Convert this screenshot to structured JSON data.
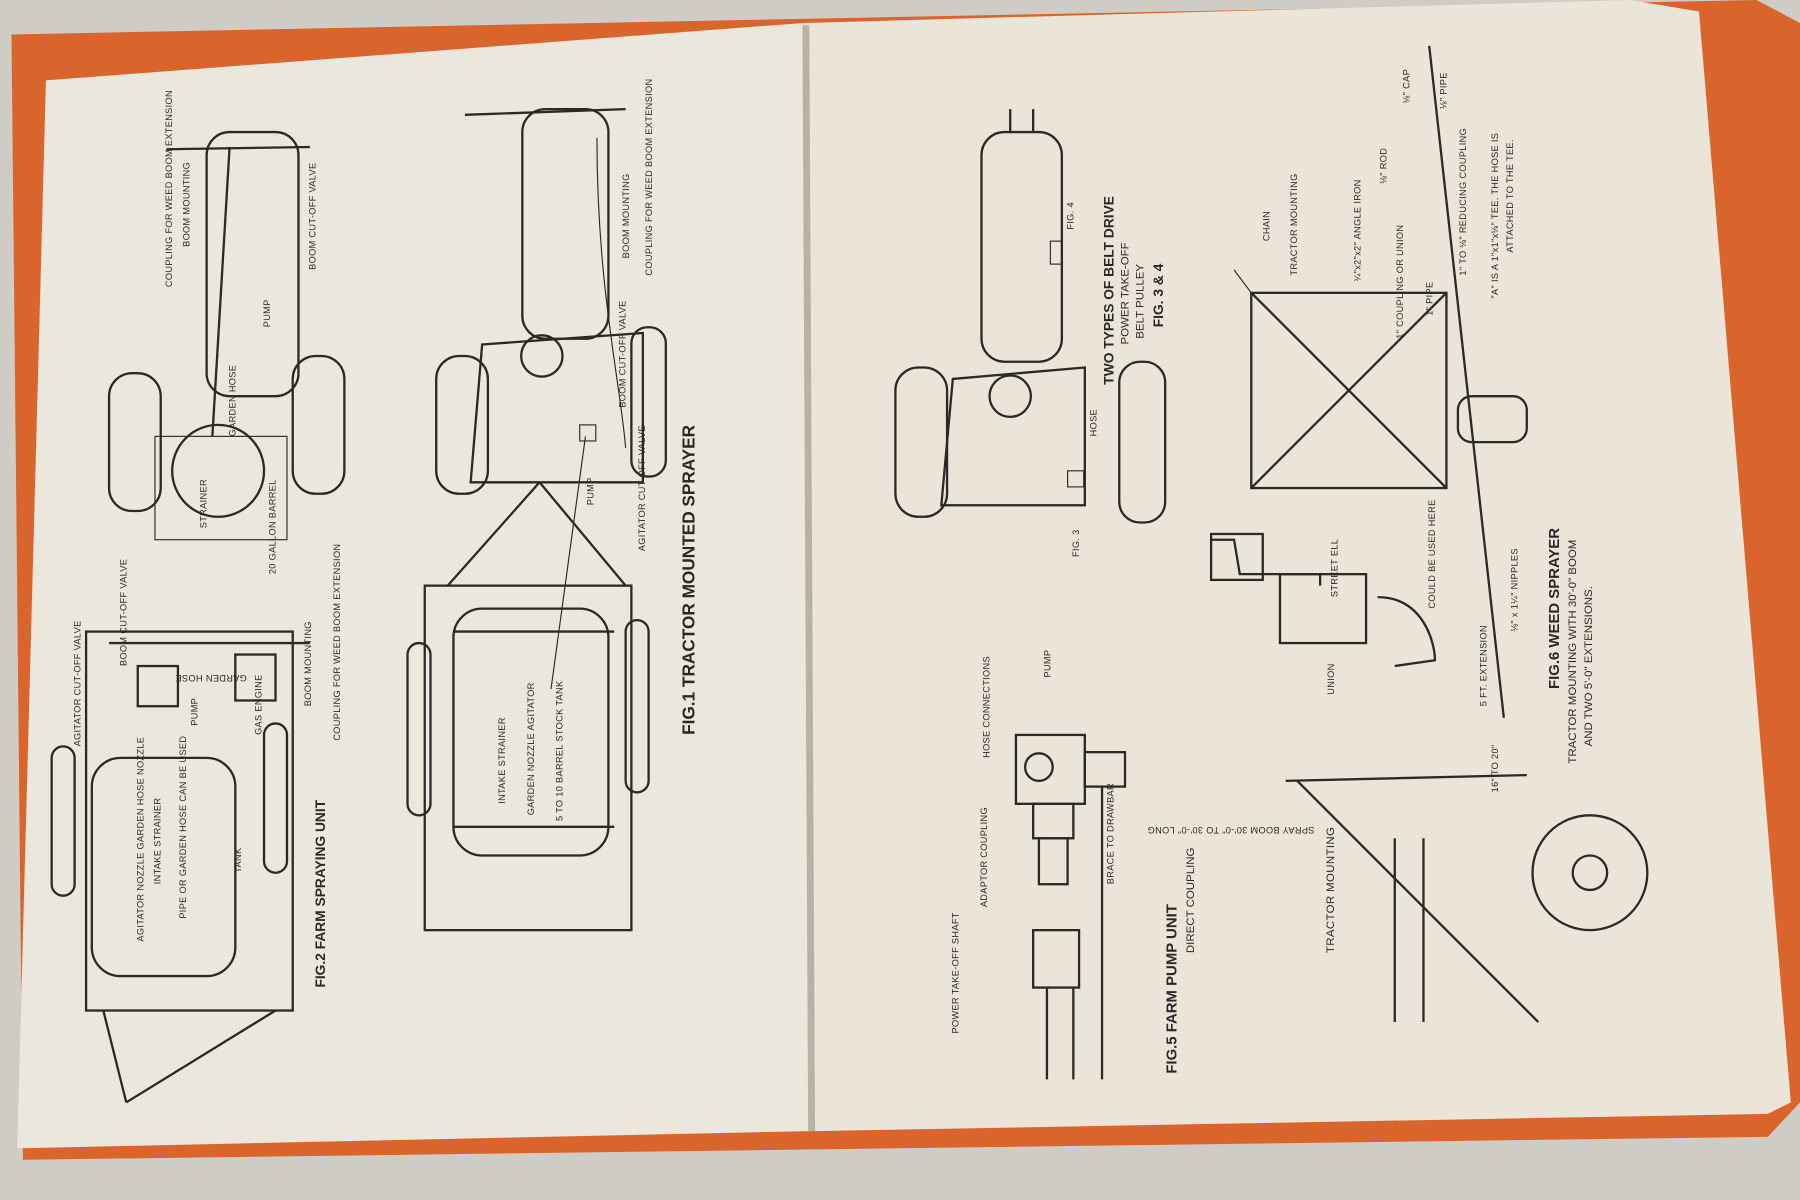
{
  "left_page": {
    "fig1": {
      "title": "FIG.1 TRACTOR MOUNTED SPRAYER",
      "labels": {
        "boom_mounting": "BOOM MOUNTING",
        "coupling": "COUPLING FOR WEED BOOM EXTENSION",
        "boom_valve": "BOOM CUT-OFF VALVE",
        "pump": "PUMP",
        "agitator_valve": "AGITATOR CUT-OFF VALVE",
        "intake_strainer": "INTAKE STRAINER",
        "garden_nozzle": "GARDEN NOZZLE AGITATOR",
        "tank": "5 TO 10 BARREL STOCK TANK"
      }
    },
    "fig2": {
      "title": "FIG.2 FARM SPRAYING UNIT",
      "labels": {
        "coupling_top": "COUPLING FOR WEED BOOM EXTENSION",
        "boom_mounting_top": "BOOM MOUNTING",
        "boom_valve_top": "BOOM CUT-OFF VALVE",
        "pump_top": "PUMP",
        "strainer": "STRAINER",
        "garden_hose_top": "GARDEN HOSE",
        "barrel": "20 GALLON BARREL",
        "garden_hose": "GARDEN HOSE",
        "boom_valve": "BOOM CUT-OFF VALVE",
        "pump": "PUMP",
        "gas_engine": "GAS ENGINE",
        "boom_mounting": "BOOM MOUNTING",
        "coupling": "COUPLING FOR WEED BOOM EXTENSION",
        "agitator_valve": "AGITATOR CUT-OFF VALVE",
        "agitator_nozzle": "AGITATOR NOZZLE GARDEN HOSE NOZZLE",
        "intake_strainer": "INTAKE STRAINER",
        "pipe": "PIPE OR GARDEN HOSE CAN BE USED",
        "tank": "TANK"
      }
    }
  },
  "right_page": {
    "fig34": {
      "title": "TWO TYPES OF BELT DRIVE",
      "line1": "POWER TAKE-OFF",
      "line2": "BELT PULLEY",
      "ref": "FIG. 3 & 4",
      "fig4": "FIG. 4",
      "fig3": "FIG. 3",
      "hose": "HOSE"
    },
    "fig5": {
      "title": "FIG.5 FARM PUMP UNIT",
      "subtitle": "DIRECT COUPLING",
      "hose_connections": "HOSE CONNECTIONS",
      "pump": "PUMP",
      "brace": "BRACE TO DRAWBAR",
      "adaptor": "ADAPTOR COUPLING",
      "shaft": "POWER TAKE-OFF SHAFT"
    },
    "fig6": {
      "title": "FIG.6 WEED SPRAYER",
      "subtitle1": "TRACTOR MOUNTING WITH 30'-0\" BOOM",
      "subtitle2": "AND TWO 5'-0\" EXTENSIONS.",
      "chain": "CHAIN",
      "tractor_mounting": "TRACTOR MOUNTING",
      "angle_iron": "¼\"x2\"x2\" ANGLE IRON",
      "coupling": "1\" COUPLING OR UNION",
      "pipe": "1\" PIPE",
      "rod": "⅛\" ROD",
      "cap": "⅛\" CAP",
      "small_pipe": "⅛\" PIPE",
      "reducing": "1\" TO ⅛\" REDUCING COUPLING",
      "note1": "\"A\" IS A 1\"x1\"x⅛\" TEE. THE HOSE IS",
      "note2": "ATTACHED TO THE TEE.",
      "street_ell": "STREET ELL",
      "could_be_used": "COULD BE USED HERE",
      "union": "UNION",
      "nipples": "⅛\" x 1¼\" NIPPLES",
      "extension": "5 FT. EXTENSION",
      "spacing": "16\" TO 20\"",
      "spray_boom": "SPRAY BOOM 30'-0\" TO 30'-0\" LONG",
      "tractor_mounting2": "TRACTOR MOUNTING"
    }
  }
}
